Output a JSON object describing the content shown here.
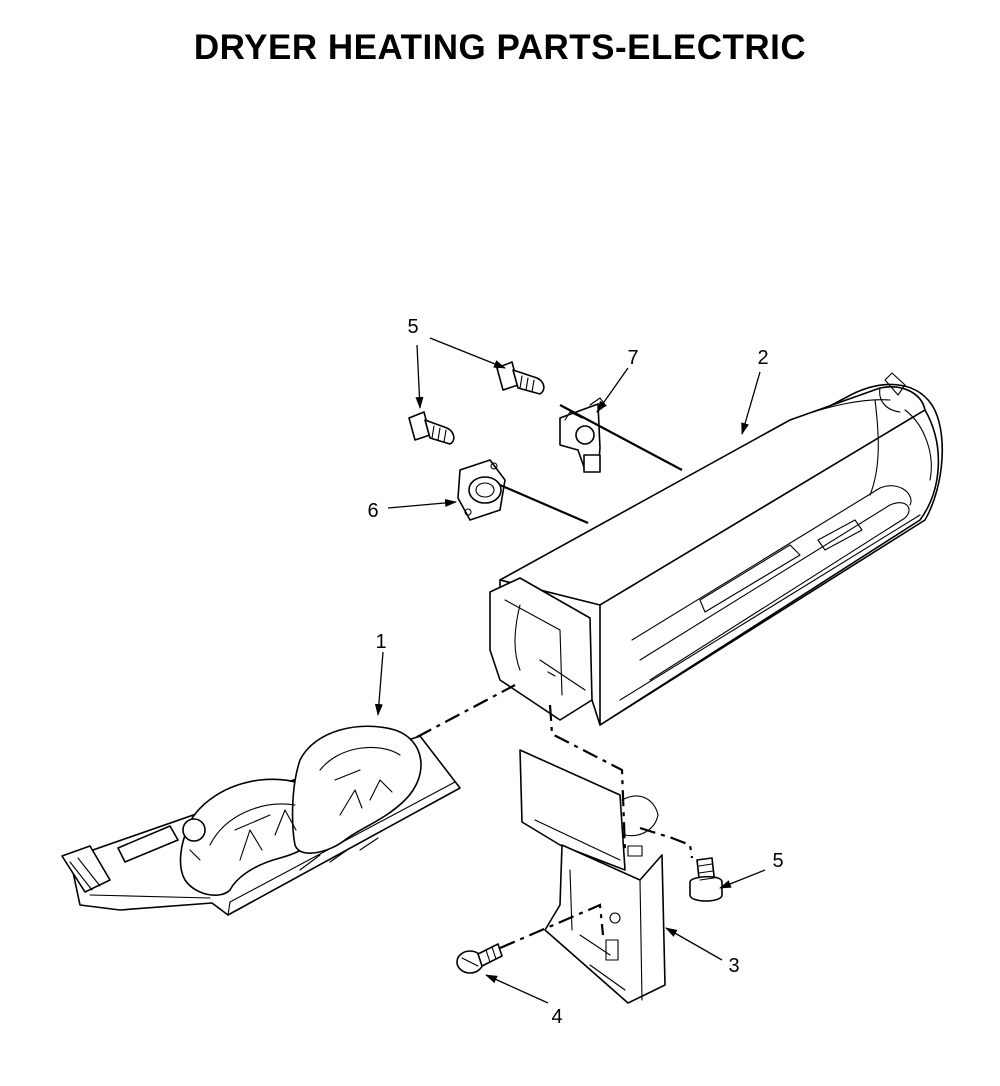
{
  "title": "DRYER HEATING PARTS-ELECTRIC",
  "callouts": [
    {
      "label": "1",
      "part": "heating-element"
    },
    {
      "label": "2",
      "part": "heater-duct"
    },
    {
      "label": "3",
      "part": "mounting-bracket"
    },
    {
      "label": "4",
      "part": "screw"
    },
    {
      "label": "5",
      "part": "screw"
    },
    {
      "label": "5",
      "part": "screw"
    },
    {
      "label": "5",
      "part": "screw"
    },
    {
      "label": "6",
      "part": "thermostat"
    },
    {
      "label": "7",
      "part": "thermal-fuse"
    }
  ]
}
